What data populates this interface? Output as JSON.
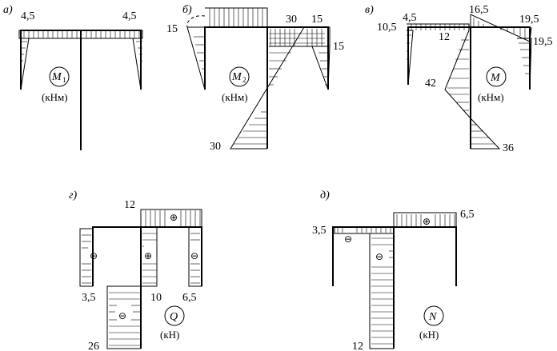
{
  "diagrams": {
    "a": {
      "panel_label": "а)",
      "values": [
        "4,5",
        "4,5"
      ],
      "symbol": "M",
      "subscript": "1",
      "unit": "(кНм)"
    },
    "b": {
      "panel_label": "б)",
      "values": [
        "15",
        "30",
        "15",
        "15",
        "30"
      ],
      "symbol": "M",
      "subscript": "2",
      "unit": "(кНм)"
    },
    "v": {
      "panel_label": "в)",
      "values": [
        "10,5",
        "4,5",
        "16,5",
        "19,5",
        "12",
        "19,5",
        "42",
        "36"
      ],
      "symbol": "M",
      "unit": "(кНм)"
    },
    "g": {
      "panel_label": "г)",
      "values": [
        "12",
        "3,5",
        "10",
        "6,5",
        "26"
      ],
      "signs": [
        "⊕",
        "⊖",
        "⊕",
        "⊖",
        "⊖"
      ],
      "symbol": "Q",
      "unit": "(кН)"
    },
    "d": {
      "panel_label": "д)",
      "values": [
        "3,5",
        "6,5",
        "12"
      ],
      "signs": [
        "⊕",
        "⊖",
        "⊖"
      ],
      "symbol": "N",
      "unit": "(кН)"
    }
  }
}
